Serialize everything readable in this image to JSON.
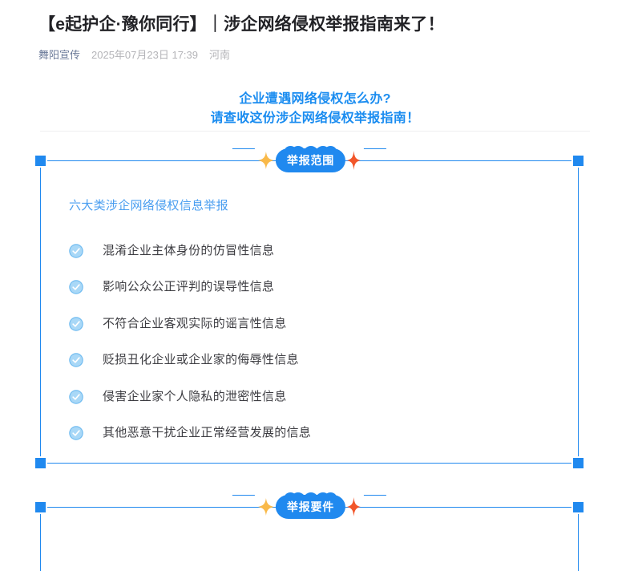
{
  "article": {
    "title": "【e起护企·豫你同行】｜涉企网络侵权举报指南来了！",
    "author": "舞阳宣传",
    "date": "2025年07月23日 17:39",
    "location": "河南"
  },
  "lead": {
    "line1": "企业遭遇网络侵权怎么办?",
    "line2": "请查收这份涉企网络侵权举报指南！"
  },
  "sections": [
    {
      "badge": "举报范围",
      "subheading": "六大类涉企网络侵权信息举报",
      "items": [
        "混淆企业主体身份的仿冒性信息",
        "影响公众公正评判的误导性信息",
        "不符合企业客观实际的谣言性信息",
        "贬损丑化企业或企业家的侮辱性信息",
        "侵害企业家个人隐私的泄密性信息",
        "其他恶意干扰企业正常经营发展的信息"
      ]
    },
    {
      "badge": "举报要件",
      "subheading": "",
      "items": []
    }
  ],
  "icons": {
    "check": "check-circle-icon",
    "sparkle_left": "sparkle-icon",
    "sparkle_right": "sparkle-icon"
  },
  "colors": {
    "accent_blue": "#2089ef",
    "lead_blue": "#1a8cf0",
    "subheading_blue": "#4a9ef0",
    "check_blue": "#7cc4f5",
    "sparkle_gold": "#f9b949",
    "sparkle_red": "#f2562a",
    "title_text": "#222226",
    "body_text": "#3d3d42",
    "meta_author": "#6b7a99",
    "meta_muted": "#b4b4b8",
    "divider": "#eeeef0"
  }
}
